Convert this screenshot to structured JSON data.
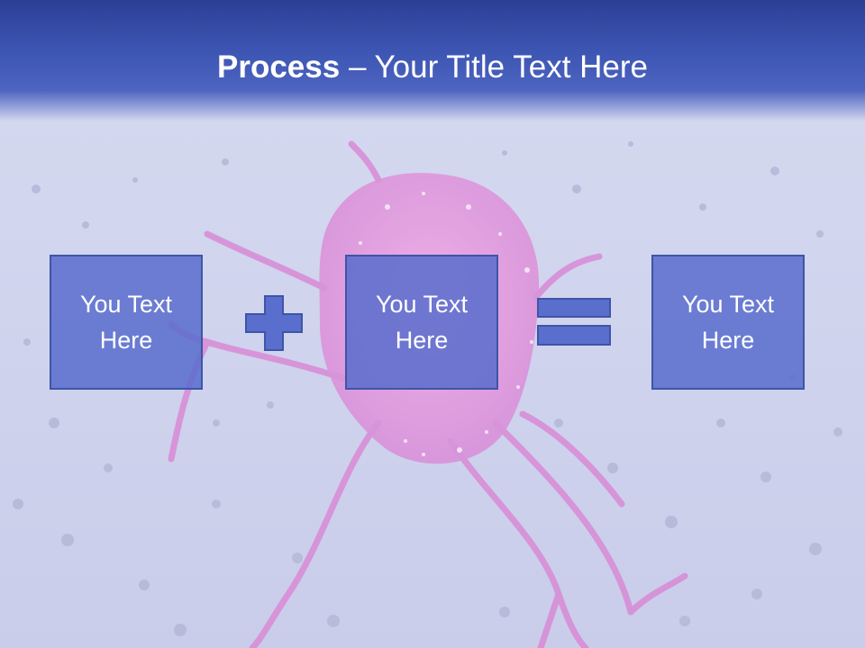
{
  "title": {
    "bold": "Process",
    "rest": " – Your Title Text Here"
  },
  "boxes": [
    {
      "text": "You Text Here"
    },
    {
      "text": "You Text Here"
    },
    {
      "text": "You Text Here"
    }
  ],
  "operators": {
    "first": "plus",
    "second": "equals"
  },
  "colors": {
    "header": "#3c55b2",
    "box_fill": "#5a6ecd",
    "box_border": "#3e55a6",
    "background": "#cfd3ee",
    "cell": "#e07ad0"
  }
}
